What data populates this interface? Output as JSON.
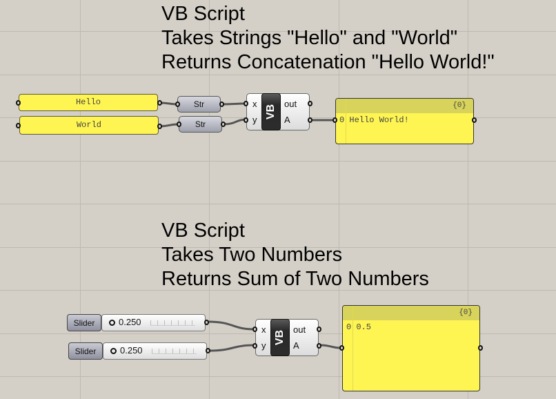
{
  "canvas": {
    "background": "#d4d0c8",
    "grid_color": "#bdb9b1"
  },
  "group1": {
    "title_lines": [
      "VB Script",
      "Takes Strings \"Hello\" and \"World\"",
      "Returns Concatenation \"Hello World!\""
    ],
    "panels": [
      {
        "text": "Hello"
      },
      {
        "text": "World"
      }
    ],
    "params": [
      {
        "label": "Str"
      },
      {
        "label": "Str"
      }
    ],
    "component": {
      "label": "VB",
      "inputs": [
        "x",
        "y"
      ],
      "outputs": [
        "out",
        "A"
      ]
    },
    "output": {
      "header": "{0}",
      "rows": [
        {
          "index": "0",
          "value": "Hello World!"
        }
      ]
    }
  },
  "group2": {
    "title_lines": [
      "VB Script",
      "Takes Two Numbers",
      "Returns Sum of Two Numbers"
    ],
    "sliders": [
      {
        "label": "Slider",
        "value": "0.250"
      },
      {
        "label": "Slider",
        "value": "0.250"
      }
    ],
    "component": {
      "label": "VB",
      "inputs": [
        "x",
        "y"
      ],
      "outputs": [
        "out",
        "A"
      ]
    },
    "output": {
      "header": "{0}",
      "rows": [
        {
          "index": "0",
          "value": "0.5"
        }
      ]
    }
  }
}
